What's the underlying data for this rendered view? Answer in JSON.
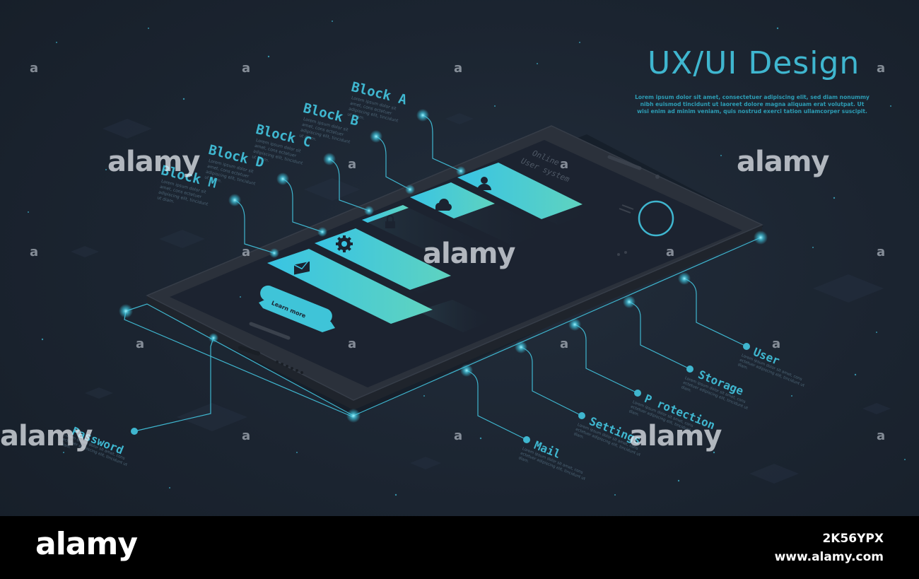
{
  "header": {
    "title": "UX/UI Design",
    "subtitle": "Lorem ipsum dolor sit amet, consectetuer adipiscing elit, sed diam nonummy nibh euismod tincidunt ut laoreet dolore magna aliquam erat volutpat. Ut wisi enim ad minim veniam, quis nostrud exerci tation ullamcorper suscipit."
  },
  "phone": {
    "screen_title": "Online",
    "screen_subtitle": "User system",
    "button_label": "Learn more",
    "bars": [
      {
        "icon": "user-icon"
      },
      {
        "icon": "cloud-icon"
      },
      {
        "icon": "lock-icon"
      },
      {
        "icon": "gear-icon"
      },
      {
        "icon": "mail-icon"
      }
    ]
  },
  "blocks": [
    {
      "label": "Block A",
      "desc": "Lorem ipsum dolor sit amet, cons ectetuer adipiscing elit, tincidunt ut diam."
    },
    {
      "label": "Block B",
      "desc": "Lorem ipsum dolor sit amet, cons ectetuer adipiscing elit, tincidunt ut diam."
    },
    {
      "label": "Block C",
      "desc": "Lorem ipsum dolor sit amet, cons ectetuer adipiscing elit, tincidunt ut diam."
    },
    {
      "label": "Block D",
      "desc": "Lorem ipsum dolor sit amet, cons ectetuer adipiscing elit, tincidunt ut diam."
    },
    {
      "label": "Block M",
      "desc": "Lorem ipsum dolor sit amet, cons ectetuer adipiscing elit, tincidunt ut diam."
    }
  ],
  "callouts": [
    {
      "label": "User",
      "desc": "Lorem ipsum dolor sit amet, cons ectetuer adipiscing elit, tincidunt ut diam."
    },
    {
      "label": "Storage",
      "desc": "Lorem ipsum dolor sit amet, cons ectetuer adipiscing elit, tincidunt ut diam."
    },
    {
      "label": "P rotection",
      "desc": "Lorem ipsum dolor sit amet, cons ectetuer adipiscing elit, tincidunt ut diam."
    },
    {
      "label": "Settings",
      "desc": "Lorem ipsum dolor sit amet, cons ectetuer adipiscing elit, tincidunt ut diam."
    },
    {
      "label": "Mail",
      "desc": "Lorem ipsum dolor sit amet, cons ectetuer adipiscing elit, tincidunt ut diam."
    },
    {
      "label": "Password",
      "desc": "Lorem ipsum dolor sit amet, cons ectetuer adipiscing elit, tincidunt ut diam."
    }
  ],
  "watermark": {
    "text": "alamy",
    "letter": "a"
  },
  "footer": {
    "logo": "alamy",
    "image_id": "2K56YPX",
    "url": "www.alamy.com"
  },
  "colors": {
    "background": "#1b2430",
    "accent": "#3fb6cf",
    "bar_start": "#38c4e4",
    "bar_end": "#5fd3bf",
    "phone_body": "#2a303a",
    "footer": "#000000"
  }
}
